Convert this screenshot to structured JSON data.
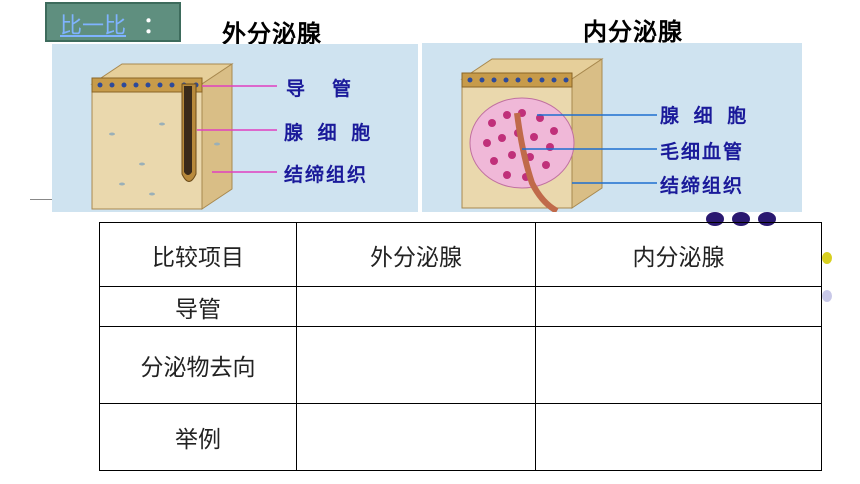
{
  "tag": {
    "link_text": "比一比",
    "colon": "："
  },
  "headings": {
    "exocrine": "外分泌腺",
    "endocrine": "内分泌腺"
  },
  "left_figure": {
    "labels": [
      "导　管",
      "腺 细 胞",
      "结缔组织"
    ]
  },
  "right_figure": {
    "labels": [
      "腺 细 胞",
      "毛细血管",
      "结缔组织"
    ]
  },
  "table": {
    "header": [
      "比较项目",
      "外分泌腺",
      "内分泌腺"
    ],
    "rows": [
      [
        "导管",
        "",
        ""
      ],
      [
        "分泌物去向",
        "",
        ""
      ],
      [
        "举例",
        "",
        ""
      ]
    ]
  },
  "colors": {
    "label_blue": "#1a1a9a",
    "pink_leader": "#e040c0",
    "blue_leader": "#1e6fd0",
    "panel_bg": "#cfe3f0"
  }
}
